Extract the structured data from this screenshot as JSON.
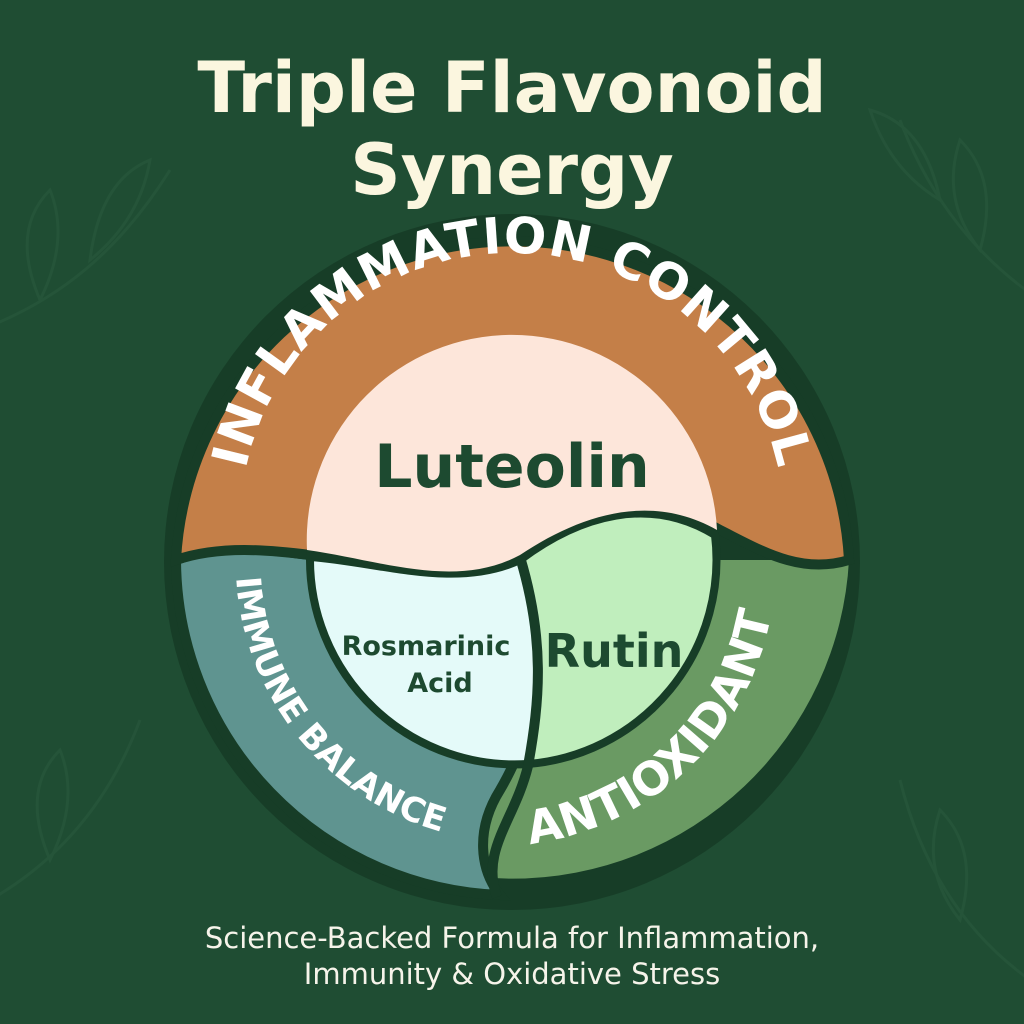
{
  "title": {
    "line1": "Triple Flavonoid",
    "line2": "Synergy"
  },
  "segments": {
    "inflammation": {
      "band_label": "INFLAMMATION CONTROL",
      "center_label": "Luteolin"
    },
    "immune": {
      "band_label": "IMMUNE BALANCE",
      "center_line1": "Rosmarinic",
      "center_line2": "Acid"
    },
    "antioxidant": {
      "band_label": "ANTIOXIDANT",
      "center_label": "Rutin"
    }
  },
  "caption": {
    "line1": "Science-Backed Formula for Inflammation,",
    "line2": "Immunity & Oxidative Stress"
  },
  "colors": {
    "background": "#1f4d33",
    "inflammation_band": "#c47f48",
    "inflammation_center": "#fde6da",
    "immune_band": "#5f9490",
    "immune_center": "#e4faf9",
    "antioxidant_band": "#6a9a63",
    "antioxidant_center": "#c0eebd",
    "outline": "#173d27"
  },
  "icons": {
    "background": "leaf-pattern-icon"
  }
}
